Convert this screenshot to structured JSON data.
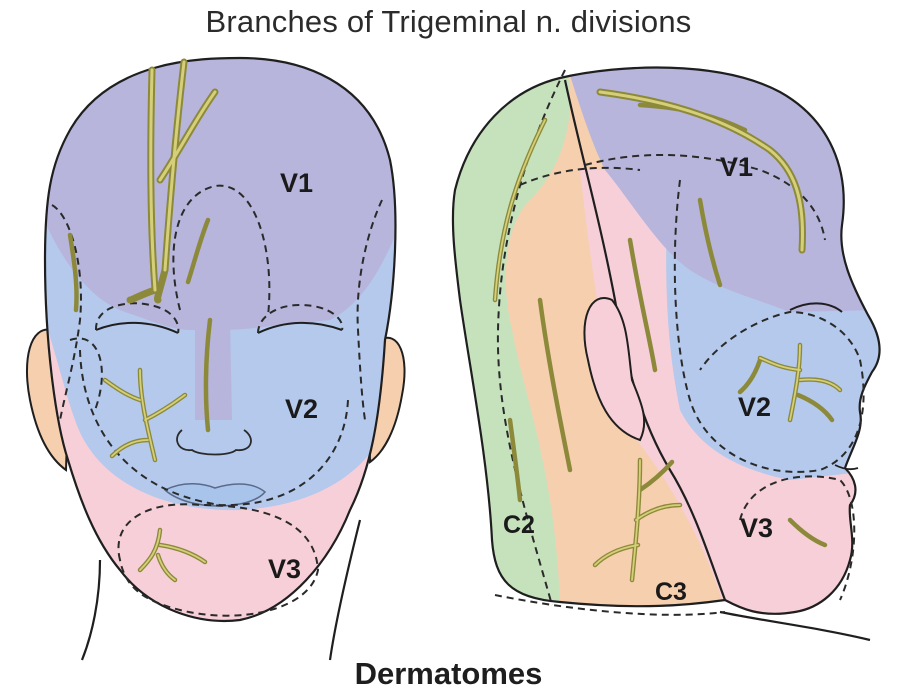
{
  "title": "Branches of Trigeminal n. divisions",
  "caption": "Dermatomes",
  "front_view": {
    "labels": {
      "v1": "V1",
      "v2": "V2",
      "v3": "V3"
    }
  },
  "side_view": {
    "labels": {
      "v1": "V1",
      "v2": "V2",
      "v3": "V3",
      "c2": "C2",
      "c3": "C3"
    }
  },
  "colors": {
    "v1": "#b7b5dc",
    "v2": "#b4c9ec",
    "v3": "#f7cfd8",
    "c2": "#c6e2bd",
    "c3": "#f6cfae",
    "nerve": "#c9c06a"
  }
}
